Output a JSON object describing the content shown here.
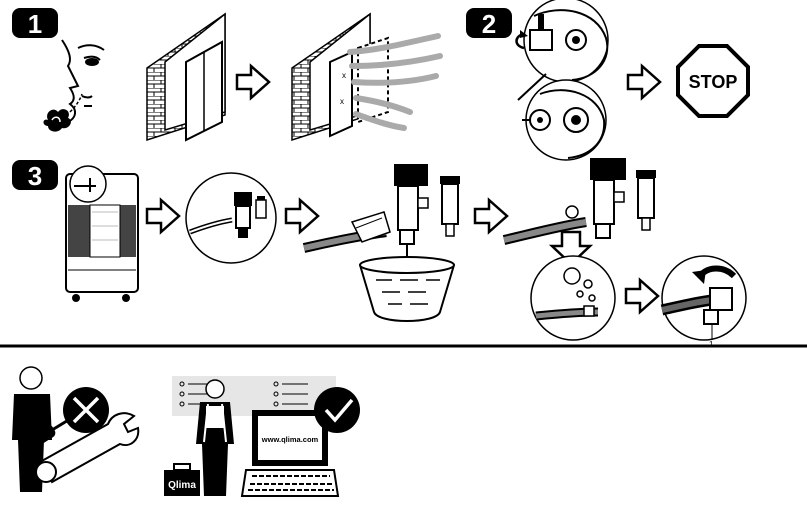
{
  "steps": {
    "step1": "1",
    "step2": "2",
    "step3": "3"
  },
  "stop_sign": {
    "label": "STOP"
  },
  "service": {
    "website": "www.qlima.com",
    "brand": "Qlima"
  },
  "valve_mark": "1",
  "icons": {
    "forbidden": "x-mark-icon",
    "approved": "check-mark-icon",
    "next_step": "outline-arrow-icon"
  },
  "colors": {
    "ink": "#000000",
    "paper": "#ffffff",
    "shade": "#444444",
    "panel": "#e6e6e6"
  }
}
